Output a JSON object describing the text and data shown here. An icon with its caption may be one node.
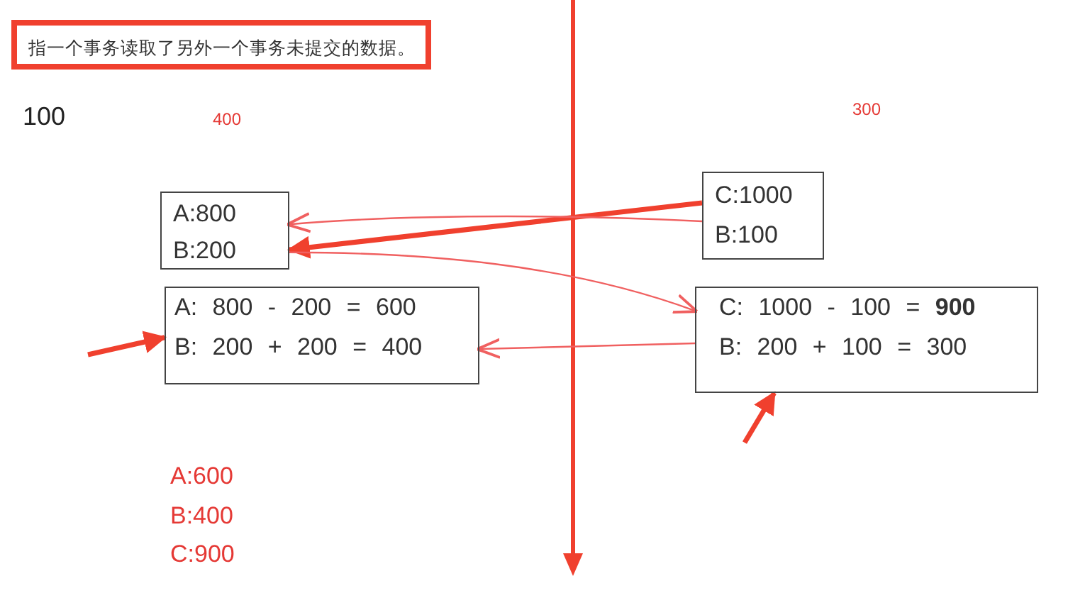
{
  "diagram": {
    "nodes": [
      {
        "text": [
          "指一个事务读取了另外一个事务未提交的数据。"
        ]
      },
      {
        "text": [
          "A:800",
          "B:200"
        ]
      },
      {
        "text": [
          "C:1000",
          "B:100"
        ]
      },
      {
        "text": [
          "A: 800 - 200 = 600",
          "B: 200 + 200 = 400"
        ]
      },
      {
        "text": [
          "C: 1000 - 100 = **900**",
          "B: 200 + 100 = 300"
        ]
      }
    ],
    "edges": [
      {
        "from": 2,
        "to": 1,
        "arrow": "to",
        "style": "thick"
      },
      {
        "from": 2,
        "to": 1,
        "arrow": "to"
      },
      {
        "from": 1,
        "to": 4,
        "arrow": "to"
      },
      {
        "from": 4,
        "to": 3,
        "arrow": "to"
      },
      {
        "from": null,
        "to": 3,
        "arrow": "to",
        "style": "thick"
      },
      {
        "from": null,
        "to": 4,
        "arrow": "to",
        "style": "thick"
      }
    ],
    "labels": [
      "100",
      "400",
      "300",
      "A:600",
      "B:400",
      "C:900"
    ]
  }
}
